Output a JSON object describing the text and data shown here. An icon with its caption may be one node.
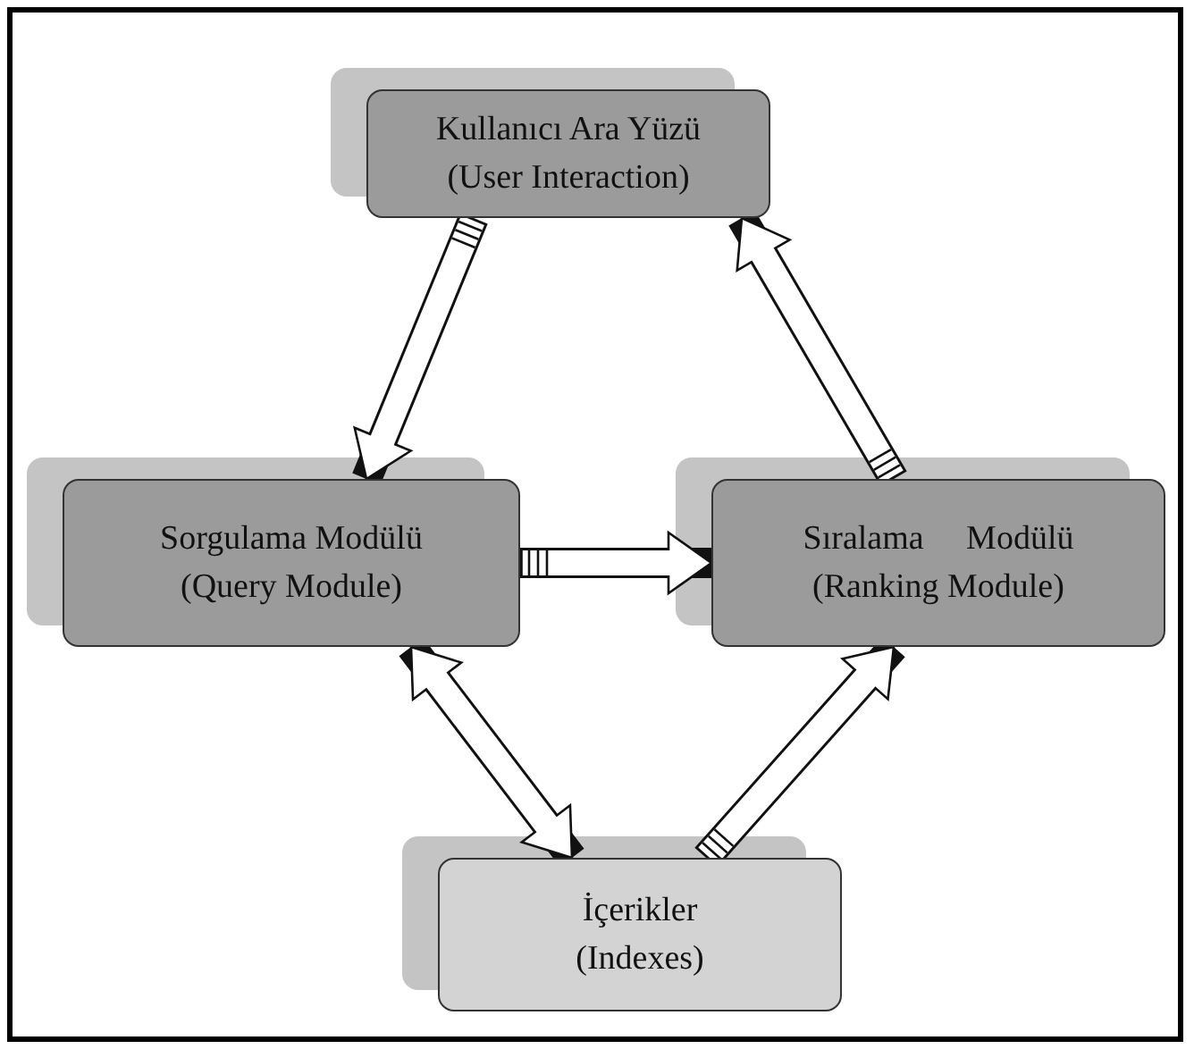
{
  "diagram": {
    "nodes": [
      {
        "text": [
          "Kullanıcı Ara Yüzü",
          "(User Interaction)"
        ]
      },
      {
        "text": [
          "Sorgulama Modülü",
          "(Query Module)"
        ]
      },
      {
        "text": [
          "Sıralama     Modülü",
          "(Ranking Module)"
        ]
      },
      {
        "text": [
          "İçerikler",
          "(Indexes)"
        ]
      }
    ],
    "edges": [
      {
        "from": 0,
        "to": 1,
        "arrow": "to"
      },
      {
        "from": 1,
        "to": 2,
        "arrow": "to"
      },
      {
        "from": 2,
        "to": 0,
        "arrow": "to"
      },
      {
        "from": 1,
        "to": 3,
        "arrow": "both"
      },
      {
        "from": 3,
        "to": 2,
        "arrow": "to"
      }
    ]
  }
}
